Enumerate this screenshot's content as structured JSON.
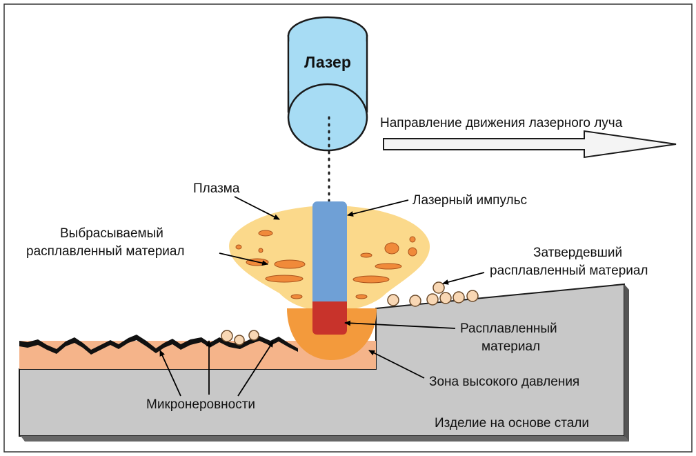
{
  "labels": {
    "laser": "Лазер",
    "direction": "Направление движения лазерного луча",
    "plasma": "Плазма",
    "ejected_line1": "Выбрасываемый",
    "ejected_line2": "расплавленный материал",
    "laser_pulse": "Лазерный импульс",
    "solidified_line1": "Затвердевший",
    "solidified_line2": "расплавленный материал",
    "melted_line1": "Расплавленный",
    "melted_line2": "материал",
    "high_pressure_zone": "Зона высокого давления",
    "micro_roughness": "Микронеровности",
    "workpiece": "Изделие на основе стали"
  },
  "colors": {
    "laser_body": "#a7dcf4",
    "laser_outline": "#1a1a1a",
    "beam": "#6fa0d6",
    "plasma": "#fbd98b",
    "droplet": "#f08a3a",
    "molten_core": "#c8332b",
    "pressure_zone": "#f39a3c",
    "heat_layer": "#f5b48a",
    "steel": "#c8c8c8",
    "particle": "#f8d7b4"
  }
}
